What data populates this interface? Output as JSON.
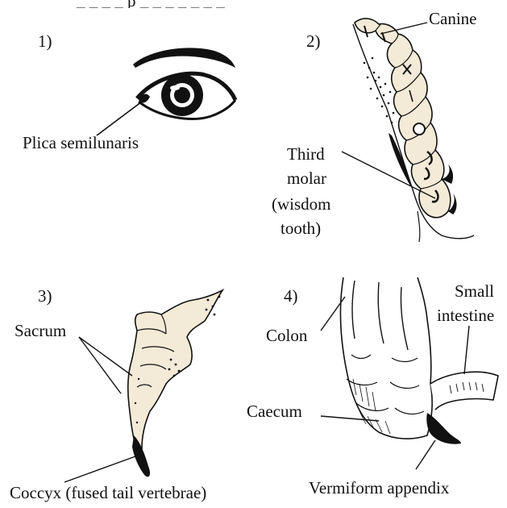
{
  "top_text": "_ _ _ _ p _ _ _ _ _ _ _",
  "panels": [
    {
      "number": "1)",
      "labels": [
        "Plica semilunaris"
      ]
    },
    {
      "number": "2)",
      "labels": [
        "Canine",
        "Third",
        "molar",
        "(wisdom",
        "tooth)"
      ]
    },
    {
      "number": "3)",
      "labels": [
        "Sacrum",
        "Coccyx (fused tail vertebrae)"
      ]
    },
    {
      "number": "4)",
      "labels": [
        "Small",
        "intestine",
        "Colon",
        "Caecum",
        "Vermiform appendix"
      ]
    }
  ],
  "colors": {
    "tissue_fill": "#f3ead7",
    "ink": "#111111",
    "background": "#ffffff"
  }
}
